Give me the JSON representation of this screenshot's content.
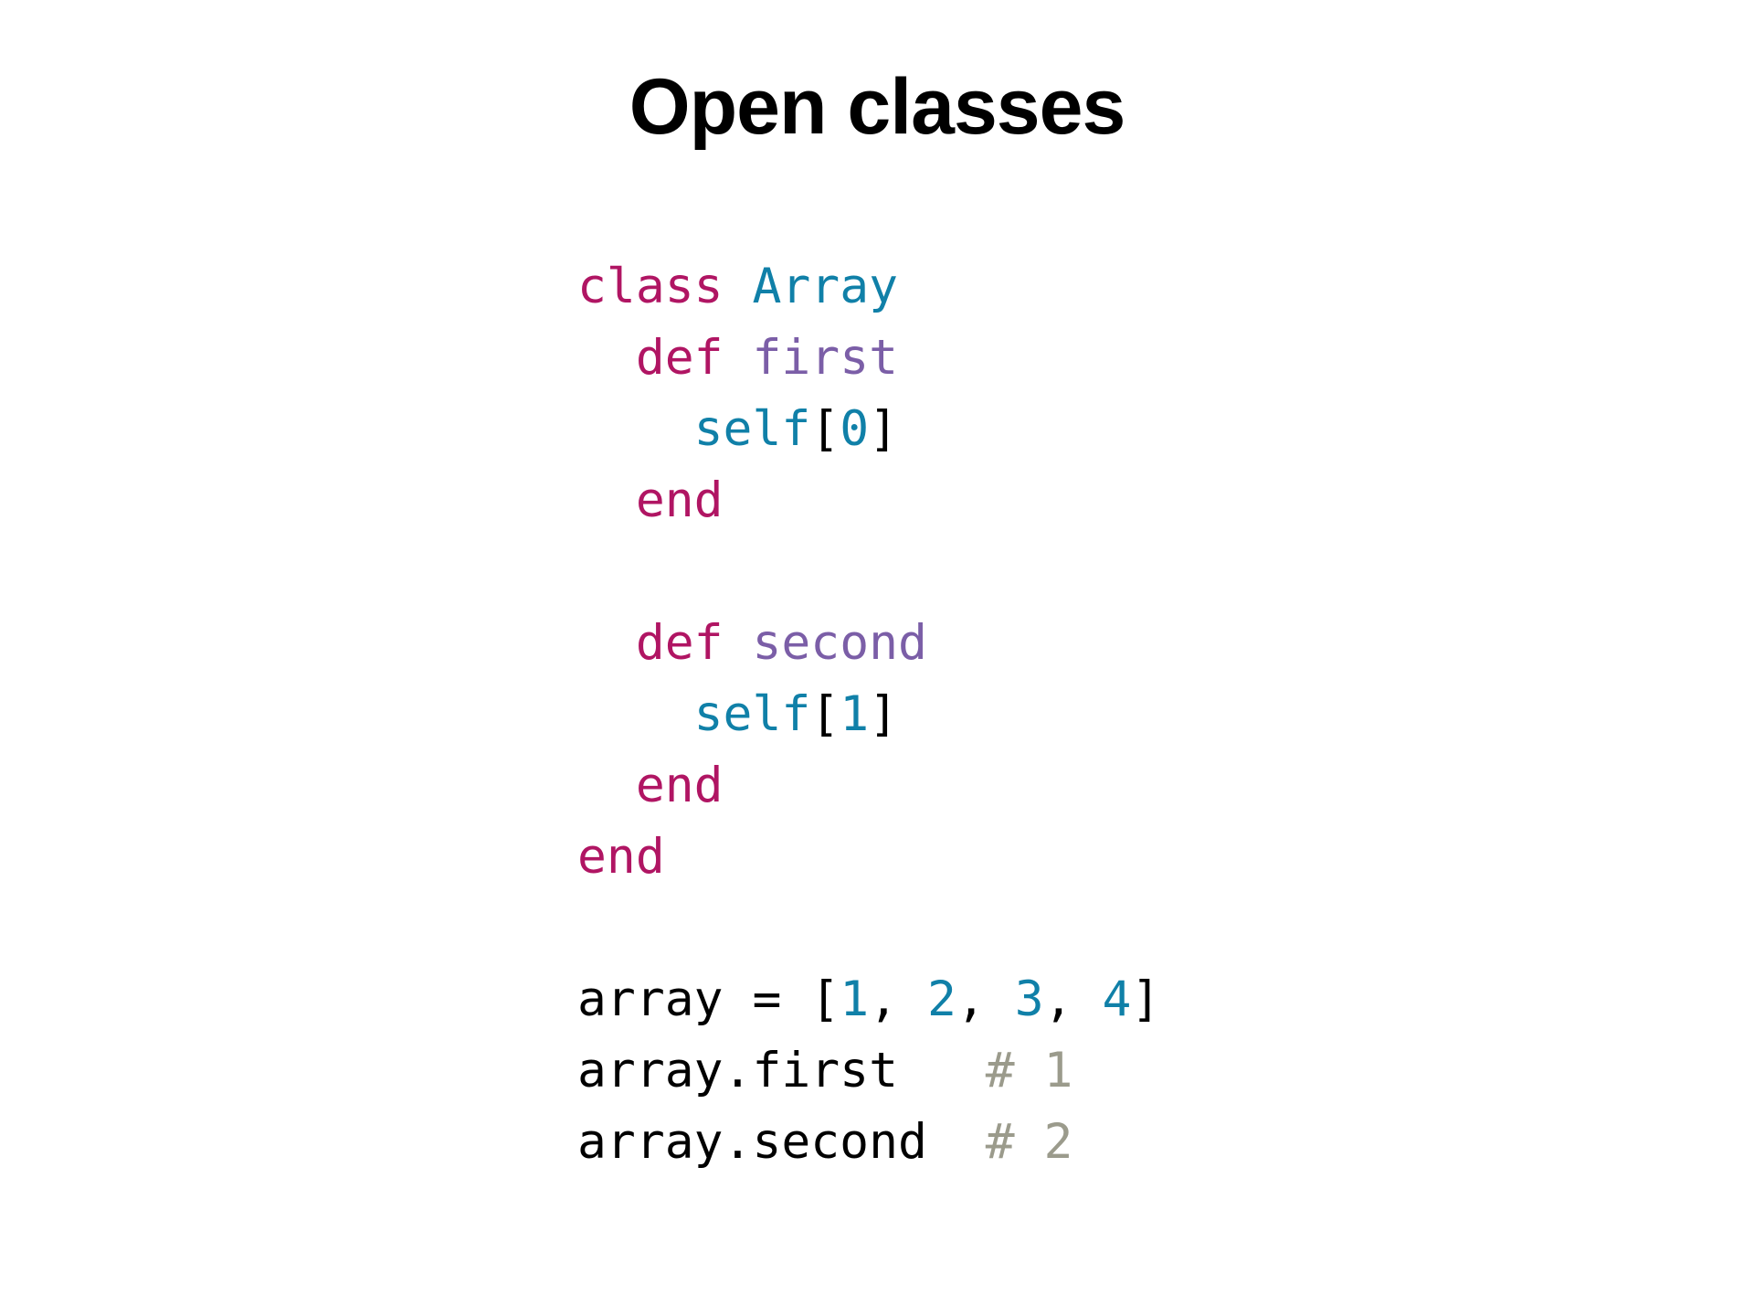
{
  "slide": {
    "title": "Open classes",
    "background_color": "#ffffff"
  },
  "palette": {
    "keyword": "#b01563",
    "class_name": "#1080a8",
    "method_name": "#7b5ea7",
    "self_keyword": "#1080a8",
    "number": "#1080a8",
    "plain": "#000000",
    "punctuation": "#000000",
    "comment": "#9b9b8c",
    "title": "#000000"
  },
  "code": {
    "language": "ruby",
    "full_text": "class Array\n  def first\n    self[0]\n  end\n\n  def second\n    self[1]\n  end\nend\n\narray = [1, 2, 3, 4]\narray.first   # 1\narray.second  # 2",
    "lines": [
      {
        "index": 0,
        "text": "class Array",
        "tokens": [
          {
            "t": "class",
            "k": "keyword"
          },
          {
            "t": " ",
            "k": "space"
          },
          {
            "t": "Array",
            "k": "class"
          }
        ]
      },
      {
        "index": 1,
        "text": "  def first",
        "tokens": [
          {
            "t": "  ",
            "k": "space"
          },
          {
            "t": "def",
            "k": "keyword"
          },
          {
            "t": " ",
            "k": "space"
          },
          {
            "t": "first",
            "k": "method"
          }
        ]
      },
      {
        "index": 2,
        "text": "    self[0]",
        "tokens": [
          {
            "t": "    ",
            "k": "space"
          },
          {
            "t": "self",
            "k": "self"
          },
          {
            "t": "[",
            "k": "punct"
          },
          {
            "t": "0",
            "k": "number"
          },
          {
            "t": "]",
            "k": "punct"
          }
        ]
      },
      {
        "index": 3,
        "text": "  end",
        "tokens": [
          {
            "t": "  ",
            "k": "space"
          },
          {
            "t": "end",
            "k": "keyword"
          }
        ]
      },
      {
        "index": 4,
        "text": "",
        "tokens": []
      },
      {
        "index": 5,
        "text": "  def second",
        "tokens": [
          {
            "t": "  ",
            "k": "space"
          },
          {
            "t": "def",
            "k": "keyword"
          },
          {
            "t": " ",
            "k": "space"
          },
          {
            "t": "second",
            "k": "method"
          }
        ]
      },
      {
        "index": 6,
        "text": "    self[1]",
        "tokens": [
          {
            "t": "    ",
            "k": "space"
          },
          {
            "t": "self",
            "k": "self"
          },
          {
            "t": "[",
            "k": "punct"
          },
          {
            "t": "1",
            "k": "number"
          },
          {
            "t": "]",
            "k": "punct"
          }
        ]
      },
      {
        "index": 7,
        "text": "  end",
        "tokens": [
          {
            "t": "  ",
            "k": "space"
          },
          {
            "t": "end",
            "k": "keyword"
          }
        ]
      },
      {
        "index": 8,
        "text": "end",
        "tokens": [
          {
            "t": "end",
            "k": "keyword"
          }
        ]
      },
      {
        "index": 9,
        "text": "",
        "tokens": []
      },
      {
        "index": 10,
        "text": "array = [1, 2, 3, 4]",
        "tokens": [
          {
            "t": "array = ",
            "k": "plain"
          },
          {
            "t": "[",
            "k": "punct"
          },
          {
            "t": "1",
            "k": "number"
          },
          {
            "t": ", ",
            "k": "punct"
          },
          {
            "t": "2",
            "k": "number"
          },
          {
            "t": ", ",
            "k": "punct"
          },
          {
            "t": "3",
            "k": "number"
          },
          {
            "t": ", ",
            "k": "punct"
          },
          {
            "t": "4",
            "k": "number"
          },
          {
            "t": "]",
            "k": "punct"
          }
        ]
      },
      {
        "index": 11,
        "text": "array.first   # 1",
        "tokens": [
          {
            "t": "array.first",
            "k": "plain"
          },
          {
            "t": "   ",
            "k": "space"
          },
          {
            "t": "# 1",
            "k": "comment"
          }
        ]
      },
      {
        "index": 12,
        "text": "array.second  # 2",
        "tokens": [
          {
            "t": "array.second",
            "k": "plain"
          },
          {
            "t": "  ",
            "k": "space"
          },
          {
            "t": "# 2",
            "k": "comment"
          }
        ]
      }
    ]
  }
}
